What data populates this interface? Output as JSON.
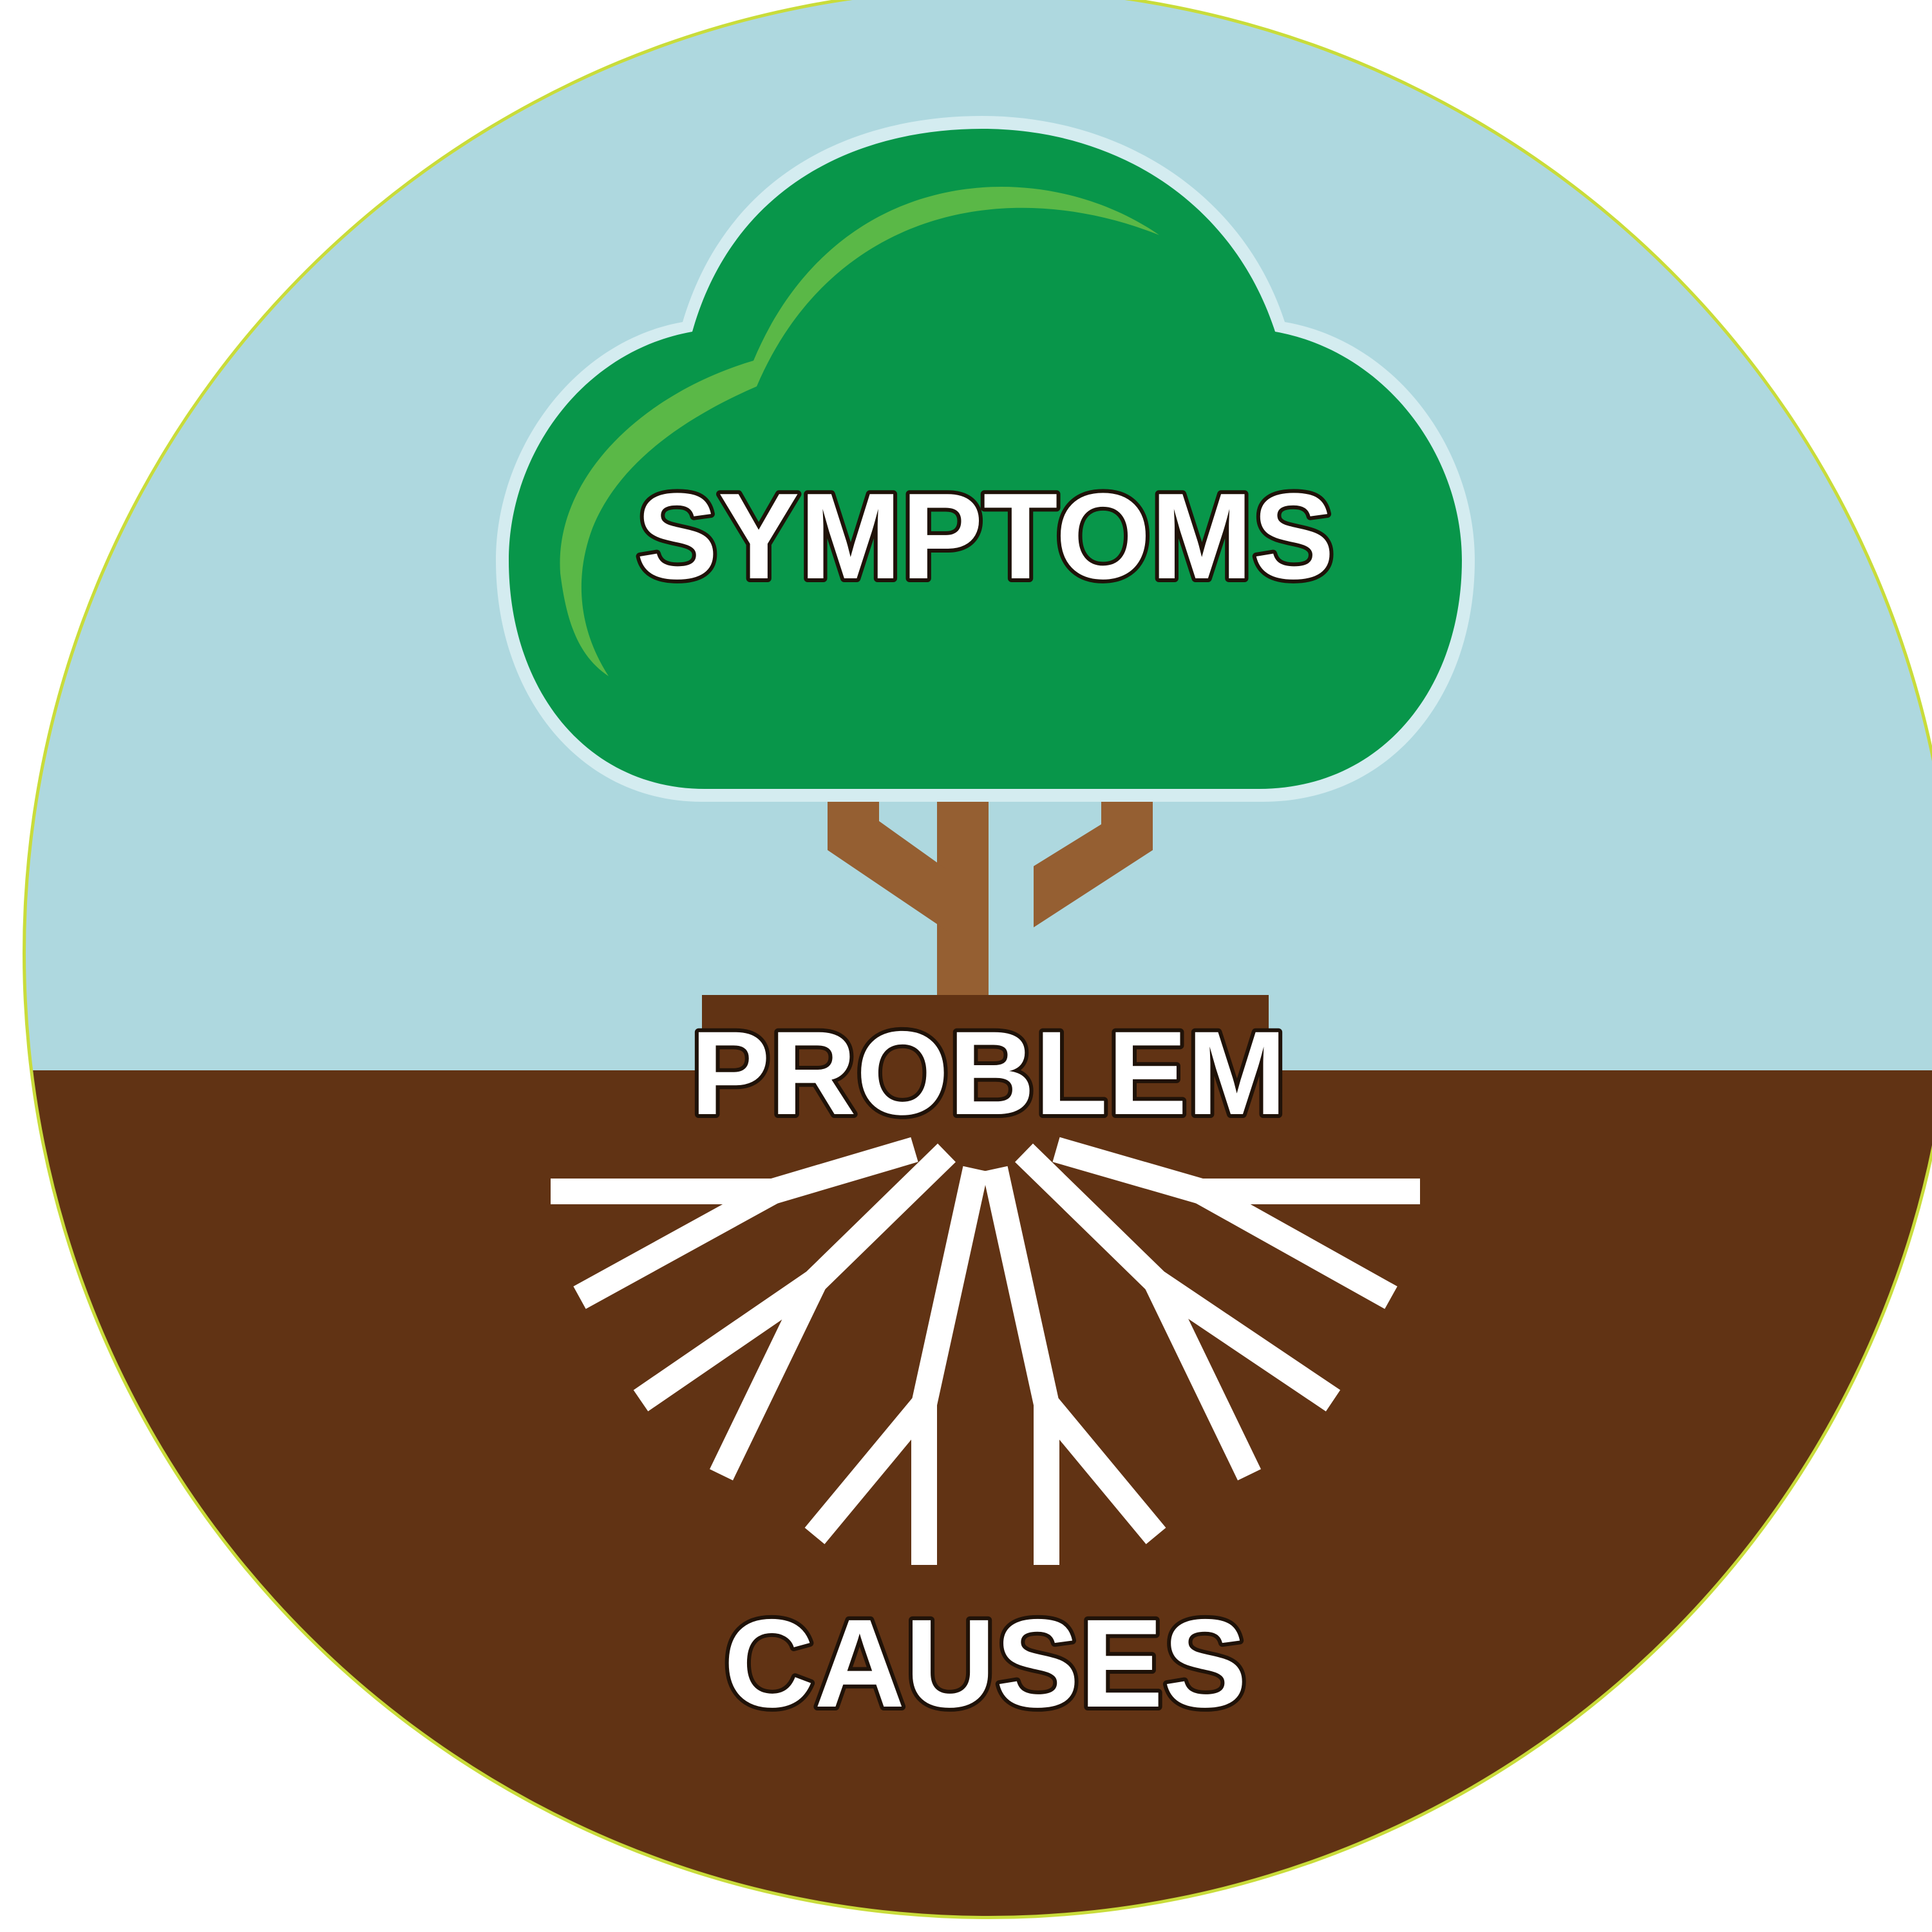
{
  "labels": {
    "symptoms": "SYMPTOMS",
    "problem": "PROBLEM",
    "causes": "CAUSES"
  },
  "colors": {
    "sky": "#aed8df",
    "soil": "#613314",
    "ring": "#c9dc3a",
    "foliage": "#08964a",
    "foliage_highlight": "#5ab847",
    "foliage_outline": "#d4ecf0",
    "trunk": "#955f32",
    "roots": "#ffffff",
    "text": "#ffffff",
    "text_outline": "#1f1208"
  },
  "icons": {
    "tree": "tree-icon",
    "roots": "roots-icon"
  }
}
